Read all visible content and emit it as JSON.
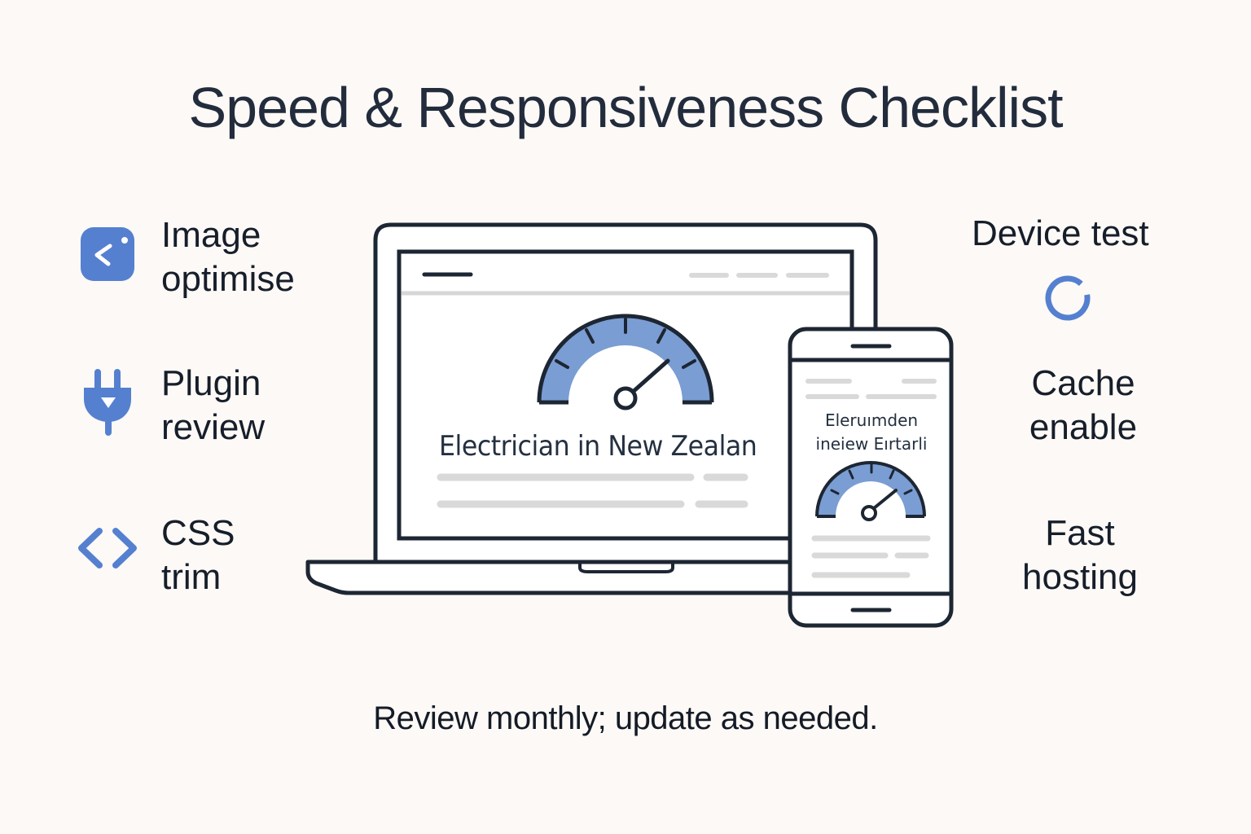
{
  "title": "Speed & Responsiveness Checklist",
  "left_items": [
    {
      "line1": "Image",
      "line2": "optimise",
      "icon": "image-icon"
    },
    {
      "line1": "Plugin",
      "line2": "review",
      "icon": "plug-icon"
    },
    {
      "line1": "CSS",
      "line2": "trim",
      "icon": "code-brackets-icon"
    }
  ],
  "right_items": [
    {
      "line1": "Device test",
      "icon": "loading-ring-icon"
    },
    {
      "line1": "Cache",
      "line2": "enable"
    },
    {
      "line1": "Fast",
      "line2": "hosting"
    }
  ],
  "laptop": {
    "heading": "Electrician in New Zealan"
  },
  "phone": {
    "heading_line1": "Eleruımden",
    "heading_line2": "ineiew Eırtarli"
  },
  "footer": "Review monthly; update as needed.",
  "colors": {
    "accent": "#5580d0",
    "gauge_fill": "#7a9dd3",
    "outline": "#1d2633",
    "placeholder": "#d9d9d9",
    "background": "#fcf9f6"
  }
}
